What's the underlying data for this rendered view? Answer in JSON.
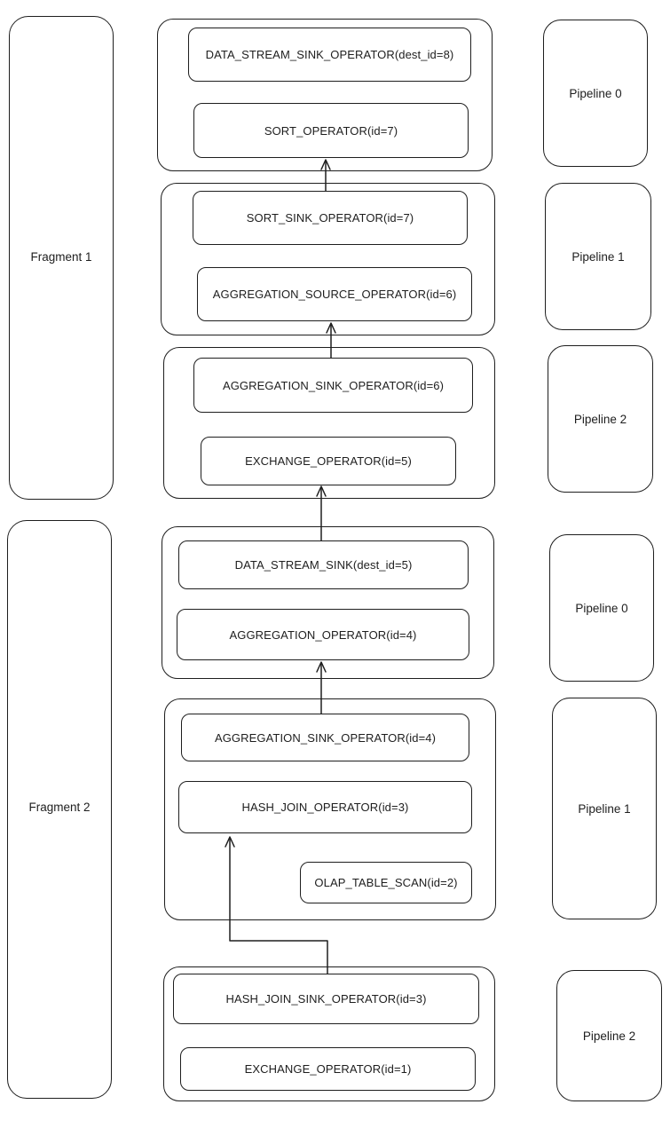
{
  "fragments": [
    {
      "label": "Fragment 1"
    },
    {
      "label": "Fragment 2"
    }
  ],
  "fragment1": {
    "pipelines": [
      "Pipeline 0",
      "Pipeline 1",
      "Pipeline 2"
    ],
    "operators": {
      "p0_sink": "DATA_STREAM_SINK_OPERATOR(dest_id=8)",
      "p0_sort": "SORT_OPERATOR(id=7)",
      "p1_sort_sink": "SORT_SINK_OPERATOR(id=7)",
      "p1_agg_source": "AGGREGATION_SOURCE_OPERATOR(id=6)",
      "p2_agg_sink": "AGGREGATION_SINK_OPERATOR(id=6)",
      "p2_exchange": "EXCHANGE_OPERATOR(id=5)"
    }
  },
  "fragment2": {
    "pipelines": [
      "Pipeline 0",
      "Pipeline 1",
      "Pipeline 2"
    ],
    "operators": {
      "p0_stream_sink": "DATA_STREAM_SINK(dest_id=5)",
      "p0_agg": "AGGREGATION_OPERATOR(id=4)",
      "p1_agg_sink": "AGGREGATION_SINK_OPERATOR(id=4)",
      "p1_hash_join": "HASH_JOIN_OPERATOR(id=3)",
      "p1_scan": "OLAP_TABLE_SCAN(id=2)",
      "p2_hash_join_sink": "HASH_JOIN_SINK_OPERATOR(id=3)",
      "p2_exchange": "EXCHANGE_OPERATOR(id=1)"
    }
  }
}
